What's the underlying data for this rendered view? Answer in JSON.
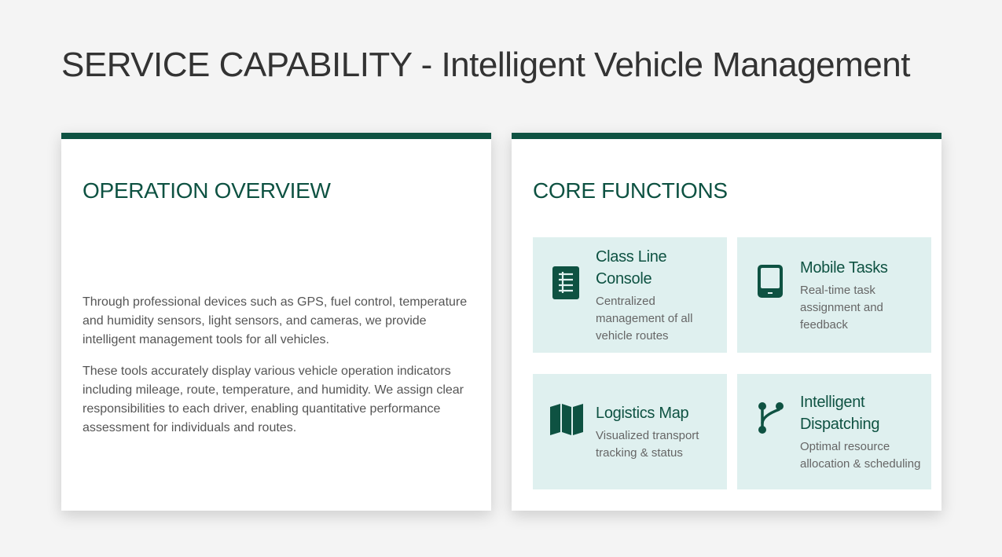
{
  "page": {
    "title": "SERVICE CAPABILITY - Intelligent Vehicle Management"
  },
  "overview": {
    "heading": "OPERATION OVERVIEW",
    "paragraphs": [
      "Through professional devices such as GPS, fuel control, temperature and humidity sensors, light sensors, and cameras, we provide intelligent management tools for all vehicles.",
      "These tools accurately display various vehicle operation indicators including mileage, route, temperature, and humidity. We assign clear responsibilities to each driver, enabling quantitative performance assessment for individuals and routes."
    ]
  },
  "core": {
    "heading": "CORE FUNCTIONS",
    "cards": [
      {
        "title": "Class Line Console",
        "desc": "Centralized management of all vehicle routes",
        "icon": "list-console-icon"
      },
      {
        "title": "Mobile Tasks",
        "desc": "Real-time task assignment and feedback",
        "icon": "tablet-icon"
      },
      {
        "title": "Logistics Map",
        "desc": "Visualized transport tracking & status",
        "icon": "map-icon"
      },
      {
        "title": "Intelligent Dispatching",
        "desc": "Optimal resource allocation & scheduling",
        "icon": "branch-icon"
      }
    ]
  },
  "colors": {
    "accent": "#0e5242",
    "card_bg": "#dff0ef",
    "title_text": "#333333"
  }
}
